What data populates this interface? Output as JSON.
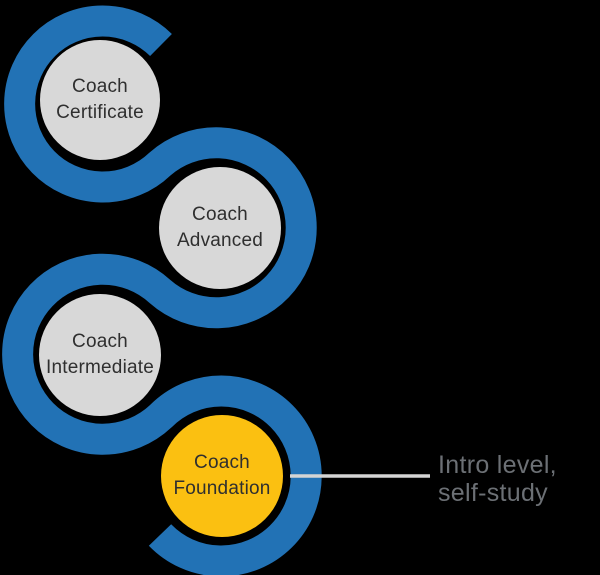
{
  "palette": {
    "background": "#000000",
    "path_blue": "#2272B5",
    "node_gray": "#D8D8D8",
    "node_yellow": "#FBC011",
    "node_text": "#2F2F2F",
    "callout_line": "#D4D4D4",
    "callout_text": "#6C7075"
  },
  "nodes": [
    {
      "id": "coach-certificate",
      "label_line1": "Coach",
      "label_line2": "Certificate"
    },
    {
      "id": "coach-advanced",
      "label_line1": "Coach",
      "label_line2": "Advanced"
    },
    {
      "id": "coach-intermediate",
      "label_line1": "Coach",
      "label_line2": "Intermediate"
    },
    {
      "id": "coach-foundation",
      "label_line1": "Coach",
      "label_line2": "Foundation"
    }
  ],
  "callout": {
    "line1": "Intro level,",
    "line2": "self-study"
  }
}
